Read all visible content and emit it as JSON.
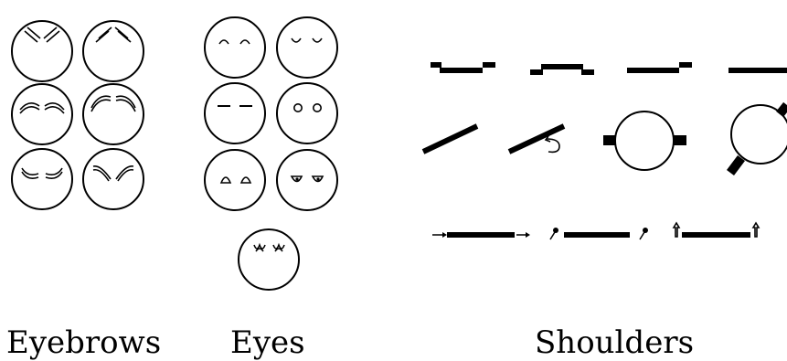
{
  "sections": {
    "eyebrows": {
      "label": "Eyebrows"
    },
    "eyes": {
      "label": "Eyes"
    },
    "shoulders": {
      "label": "Shoulders"
    }
  },
  "colors": {
    "ink": "#000000",
    "background": "#ffffff"
  }
}
